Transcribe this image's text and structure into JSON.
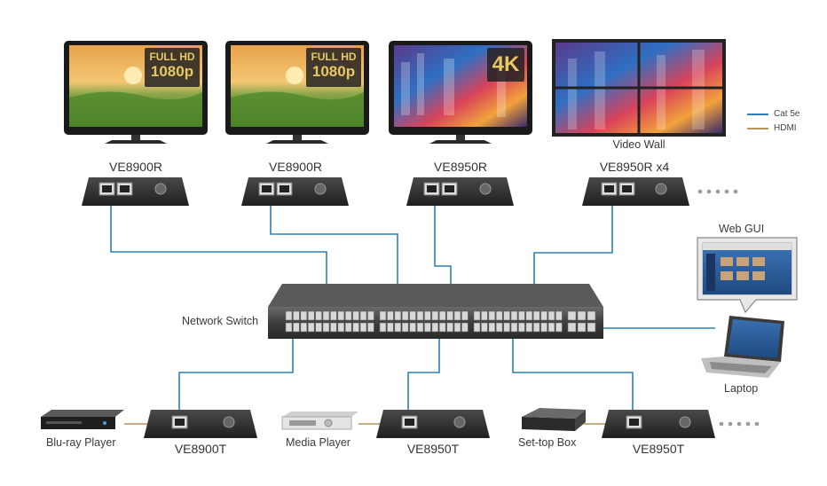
{
  "colors": {
    "cat5e": "#2f7fb6",
    "hdmi": "#b8935a",
    "device": "#2b2b2b",
    "switch": "#3a3a3a"
  },
  "legend": {
    "cat5e": "Cat 5e",
    "hdmi": "HDMI"
  },
  "displays": [
    {
      "badge1": "FULL HD",
      "badge2": "1080p",
      "receiver": "VE8900R"
    },
    {
      "badge1": "FULL HD",
      "badge2": "1080p",
      "receiver": "VE8900R"
    },
    {
      "badge1": "4K",
      "receiver": "VE8950R"
    },
    {
      "caption": "Video Wall",
      "receiver": "VE8950R x4"
    }
  ],
  "switch_label": "Network Switch",
  "web_gui_label": "Web GUI",
  "laptop_label": "Laptop",
  "sources": [
    {
      "device": "Blu-ray Player",
      "transmitter": "VE8900T"
    },
    {
      "device": "Media Player",
      "transmitter": "VE8950T"
    },
    {
      "device": "Set-top Box",
      "transmitter": "VE8950T"
    }
  ],
  "icons": {
    "monitor": "monitor-icon",
    "receiver": "receiver-box-icon",
    "transmitter": "transmitter-box-icon",
    "switch": "network-switch-icon",
    "laptop": "laptop-icon",
    "web_gui": "web-gui-window-icon",
    "bluray": "bluray-player-icon",
    "media": "media-player-icon",
    "settop": "settop-box-icon",
    "more": "more-dots-icon"
  }
}
